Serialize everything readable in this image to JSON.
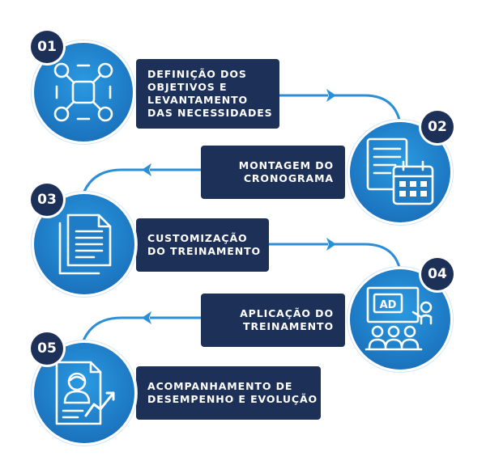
{
  "colors": {
    "navy": "#1d3058",
    "blue": "#1f7dc8",
    "connector": "#2a8fd6",
    "background": "#ffffff"
  },
  "steps": [
    {
      "number": "01",
      "icon": "network-nodes-icon",
      "lines": [
        "DEFINIÇÃO DOS",
        "OBJETIVOS E",
        "LEVANTAMENTO",
        "DAS NECESSIDADES"
      ]
    },
    {
      "number": "02",
      "icon": "document-calendar-icon",
      "lines": [
        "MONTAGEM DO",
        "CRONOGRAMA"
      ]
    },
    {
      "number": "03",
      "icon": "documents-icon",
      "lines": [
        "CUSTOMIZAÇÃO",
        "DO TREINAMENTO"
      ]
    },
    {
      "number": "04",
      "icon": "presentation-board-icon",
      "board_text": "AD",
      "lines": [
        "APLICAÇÃO DO",
        "TREINAMENTO"
      ]
    },
    {
      "number": "05",
      "icon": "profile-growth-icon",
      "lines": [
        "ACOMPANHAMENTO DE",
        "DESEMPENHO E EVOLUÇÃO"
      ]
    }
  ]
}
